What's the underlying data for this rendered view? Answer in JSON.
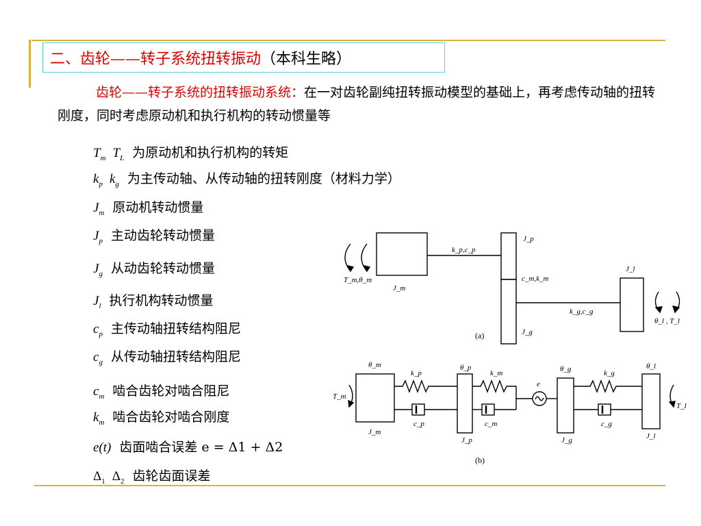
{
  "title": {
    "main": "二、齿轮——转子系统扭转振动",
    "suffix": "（本科生略）"
  },
  "intro": {
    "lead": "齿轮——转子系统的扭转振动系统：",
    "text": "在一对齿轮副纯扭转振动模型的基础上，再考虑传动轴的扭转刚度，同时考虑原动机和执行机构的转动惯量等"
  },
  "definitions": [
    {
      "symbol": "T_m  T_L",
      "description": "为原动机和执行机构的转矩"
    },
    {
      "symbol": "k_p  k_g",
      "description": "为主传动轴、从传动轴的扭转刚度（材料力学）"
    },
    {
      "symbol": "J_m",
      "description": "原动机转动惯量"
    },
    {
      "symbol": "J_p",
      "description": "主动齿轮转动惯量"
    },
    {
      "symbol": "J_g",
      "description": "从动齿轮转动惯量"
    },
    {
      "symbol": "J_l",
      "description": "执行机构转动惯量"
    },
    {
      "symbol": "c_p",
      "description": "主传动轴扭转结构阻尼"
    },
    {
      "symbol": "c_g",
      "description": "从传动轴扭转结构阻尼"
    },
    {
      "symbol": "c_m",
      "description": "啮合齿轮对啮合阻尼"
    },
    {
      "symbol": "k_m",
      "description": "啮合齿轮对啮合刚度"
    },
    {
      "symbol": "e(t)",
      "description": "齿面啮合误差 e = Δ1 + Δ2"
    },
    {
      "symbol": "Δ1  Δ2",
      "description": "齿轮齿面误差"
    }
  ],
  "diagram_a": {
    "caption": "(a)",
    "labels": {
      "Jm": "J_m",
      "Jp": "J_p",
      "Jg": "J_g",
      "Jl": "J_l",
      "kp_cp": "k_p,c_p",
      "cm_km": "c_m,k_m",
      "kg_cg": "k_g,c_g",
      "input": "T_m,θ_m",
      "output": "θ_l , T_l"
    }
  },
  "diagram_b": {
    "caption": "(b)",
    "labels": {
      "theta_m": "θ_m",
      "theta_p": "θ_p",
      "theta_g": "θ_g",
      "theta_l": "θ_l",
      "kp": "k_p",
      "km": "k_m",
      "kg": "k_g",
      "e": "e",
      "cp": "c_p",
      "cm": "c_m",
      "cg": "c_g",
      "Jm": "J_m",
      "Jp": "J_p",
      "Jg": "J_g",
      "Jl": "J_l",
      "Tm": "T_m",
      "Tl": "T_l"
    }
  },
  "colors": {
    "accent_red": "#e00000",
    "rule_gold": "#d7b33c",
    "title_border": "#5ad0d0"
  }
}
